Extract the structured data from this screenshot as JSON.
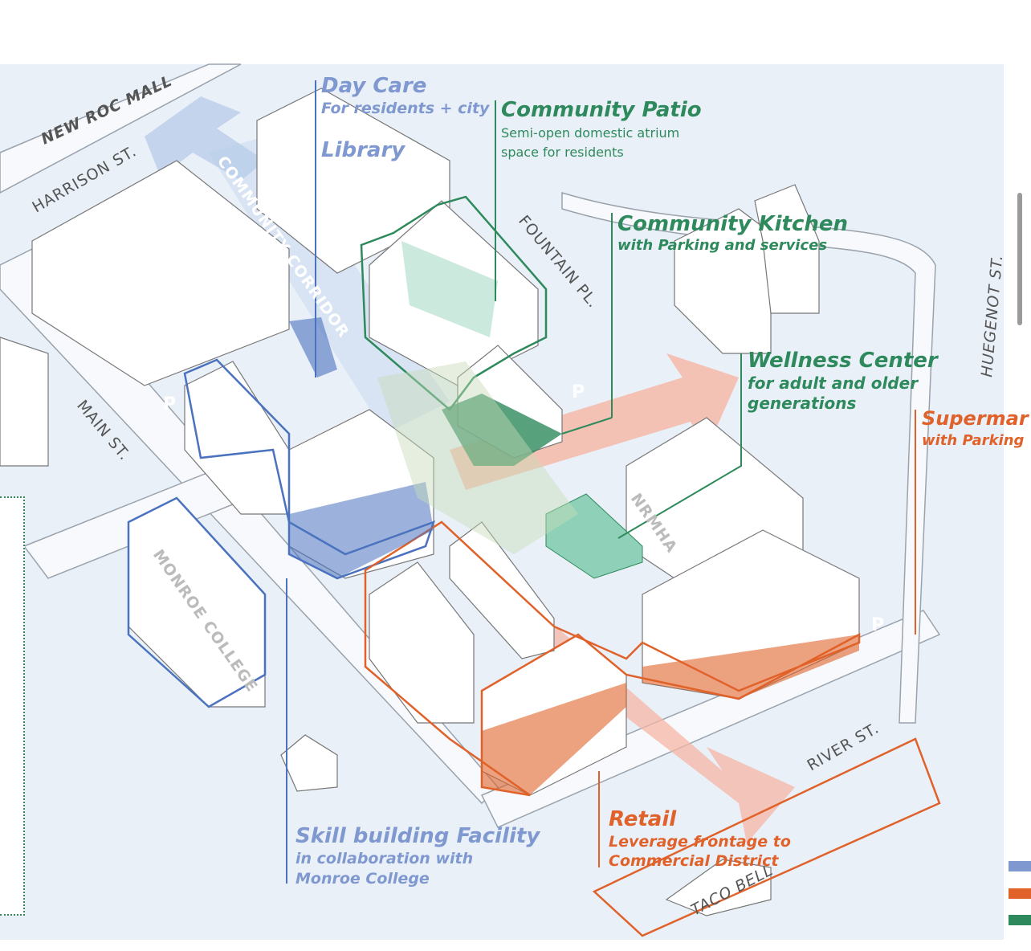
{
  "labels": {
    "day_care": {
      "title": "Day Care",
      "subtitle": "For residents + city"
    },
    "library": {
      "title": "Library"
    },
    "community_patio": {
      "title": "Community Patio",
      "line1": "Semi-open domestic atrium",
      "line2": "space for residents"
    },
    "community_kitchen": {
      "title": "Community Kitchen",
      "subtitle": "with Parking and services"
    },
    "wellness_center": {
      "title": "Wellness Center",
      "line1": "for adult and older",
      "line2": "generations"
    },
    "supermarket": {
      "title": "Supermar",
      "subtitle": "with Parking"
    },
    "skill_building": {
      "title": "Skill building Facility",
      "line1": "in collaboration with",
      "line2": "Monroe College"
    },
    "retail": {
      "title": "Retail",
      "line1": "Leverage frontage to",
      "line2": "Commercial District"
    }
  },
  "streets": {
    "new_roc_mall": "NEW ROC MALL",
    "harrison": "HARRISON ST.",
    "corridor": "COMMUNITY CORRIDOR",
    "fountain": "FOUNTAIN PL.",
    "huegenot": "HUEGENOT ST.",
    "main": "MAIN ST.",
    "river": "RIVER ST.",
    "monroe_college": "MONROE COLLEGE",
    "nrmha": "NRMHA",
    "taco_bell": "TACO BELL",
    "parking": "P"
  },
  "colors": {
    "blue": "#7f98cf",
    "green": "#2e8a5c",
    "orange": "#e0622a",
    "ground": "#e9f0f8"
  }
}
